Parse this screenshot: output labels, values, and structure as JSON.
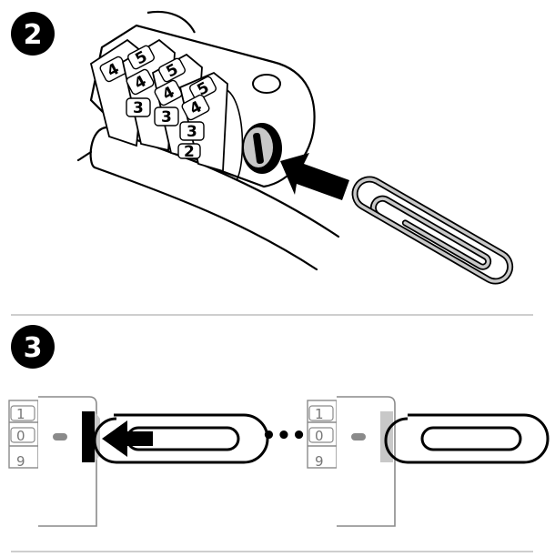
{
  "steps": [
    {
      "number": "2",
      "dials": [
        "5",
        "4",
        "3",
        "2"
      ]
    },
    {
      "number": "3",
      "dials": [
        "1",
        "0",
        "9"
      ],
      "ellipsis": "•••"
    }
  ],
  "colors": {
    "ink": "#000000",
    "gray_fill": "#c8c8c8",
    "divider": "#bdbdbd",
    "faint_ink": "#8a8a8a"
  }
}
